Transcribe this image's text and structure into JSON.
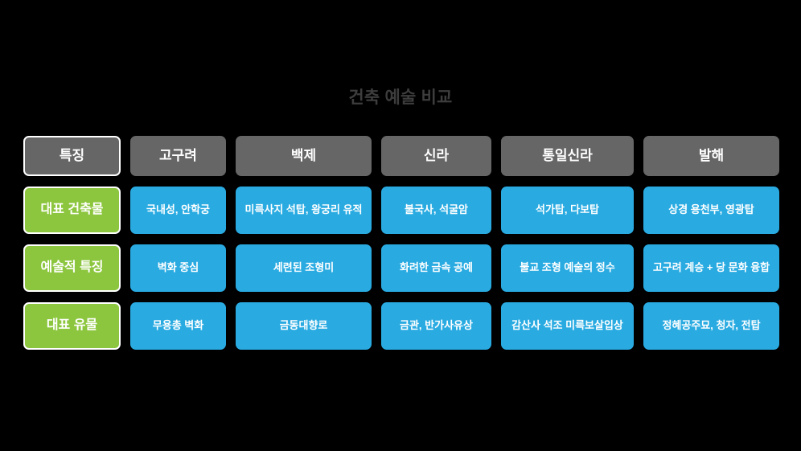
{
  "slide": {
    "title": "건축 예술 비교",
    "background_color": "#000000",
    "title_color": "#3d3d3d"
  },
  "palette": {
    "header_gray": "#666666",
    "label_green": "#8cc63e",
    "cell_blue": "#29abe2",
    "text_white": "#ffffff",
    "border_white": "#ffffff"
  },
  "table": {
    "headers": [
      "특징",
      "고구려",
      "백제",
      "신라",
      "통일신라",
      "발해"
    ],
    "rows": [
      {
        "label": "대표 건축물",
        "cells": [
          "국내성, 안학궁",
          "미륵사지 석탑, 왕궁리 유적",
          "불국사, 석굴암",
          "석가탑, 다보탑",
          "상경 용천부, 영광탑"
        ]
      },
      {
        "label": "예술적 특징",
        "cells": [
          "벽화 중심",
          "세련된 조형미",
          "화려한 금속 공예",
          "불교 조형 예술의 정수",
          "고구려 계승 + 당 문화 융합"
        ]
      },
      {
        "label": "대표 유물",
        "cells": [
          "무용총 벽화",
          "금동대향로",
          "금관, 반가사유상",
          "감산사 석조 미륵보살입상",
          "정혜공주묘, 청자, 전탑"
        ]
      }
    ]
  }
}
